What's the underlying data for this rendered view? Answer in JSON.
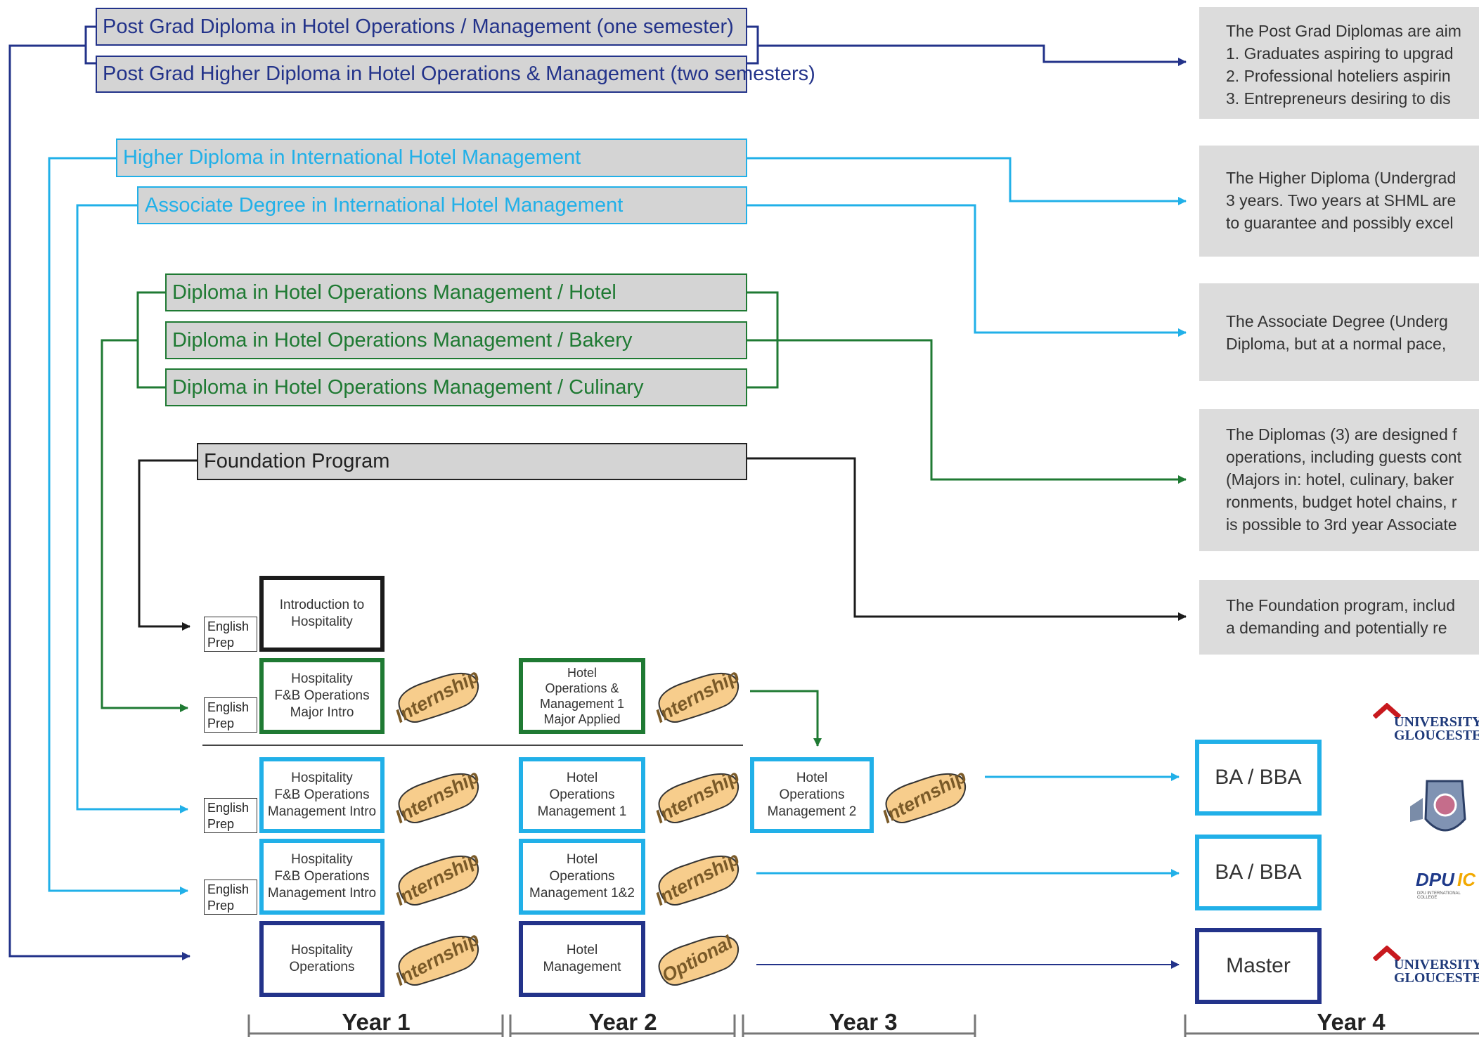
{
  "programs": {
    "pg_diploma": "Post Grad Diploma in Hotel Operations / Management (one semester)",
    "pg_higher": "Post Grad Higher Diploma in Hotel Operations & Management (two semesters)",
    "higher_diploma": "Higher Diploma in International Hotel Management",
    "associate": "Associate Degree in International Hotel Management",
    "dip_hotel": "Diploma in Hotel Operations Management / Hotel",
    "dip_bakery": "Diploma in Hotel Operations Management / Bakery",
    "dip_culinary": "Diploma in Hotel Operations Management / Culinary",
    "foundation": "Foundation Program"
  },
  "descriptions": {
    "pg": [
      "The Post Grad Diplomas are aim",
      "1. Graduates aspiring to upgrad",
      "2. Professional hoteliers aspirin",
      "3. Entrepreneurs desiring to dis"
    ],
    "higher": [
      "The Higher Diploma (Undergrad",
      "3 years. Two years at SHML are",
      "to guarantee and possibly excel"
    ],
    "associate": [
      "The Associate Degree (Underg",
      "Diploma, but at a normal pace,"
    ],
    "diplomas": [
      "The Diplomas (3) are designed f",
      "operations, including guests cont",
      "(Majors in: hotel, culinary, baker",
      "ronments, budget hotel chains, r",
      "is possible to 3rd year Associate"
    ],
    "foundation": [
      "The Foundation program, includ",
      "a demanding and potentially re"
    ]
  },
  "courses": {
    "intro": "Introduction to\nHospitality",
    "fb_major": "Hospitality\nF&B Operations\nMajor Intro",
    "hom1_major": "Hotel\nOperations &\nManagement 1\nMajor Applied",
    "fb_mgmt_a": "Hospitality\nF&B Operations\nManagement Intro",
    "hom1": "Hotel\nOperations\nManagement 1",
    "hom2": "Hotel\nOperations\nManagement 2",
    "fb_mgmt_b": "Hospitality\nF&B Operations\nManagement Intro",
    "hom12": "Hotel\nOperations\nManagement 1&2",
    "hosp_ops": "Hospitality\nOperations",
    "hotel_mgmt": "Hotel\nManagement"
  },
  "english_prep": "English\nPrep",
  "stamps": {
    "internship": "Internship",
    "optional": "Optional"
  },
  "degrees": {
    "ba1": "BA / BBA",
    "ba2": "BA / BBA",
    "master": "Master"
  },
  "years": [
    "Year 1",
    "Year 2",
    "Year 3",
    "Year 4"
  ],
  "logos": {
    "university": "UNIVERSITY\nGLOUCESTER",
    "dpu": "DPU",
    "dpu_ic": "IC",
    "dpu_sub": "DPU INTERNATIONAL COLLEGE"
  },
  "colors": {
    "postgrad": "#23338a",
    "undergrad": "#21b0e8",
    "diploma": "#1f7a33",
    "foundation": "#222222",
    "box_fill": "#d4d4d4",
    "stamp_fill": "#f7cd8c"
  }
}
